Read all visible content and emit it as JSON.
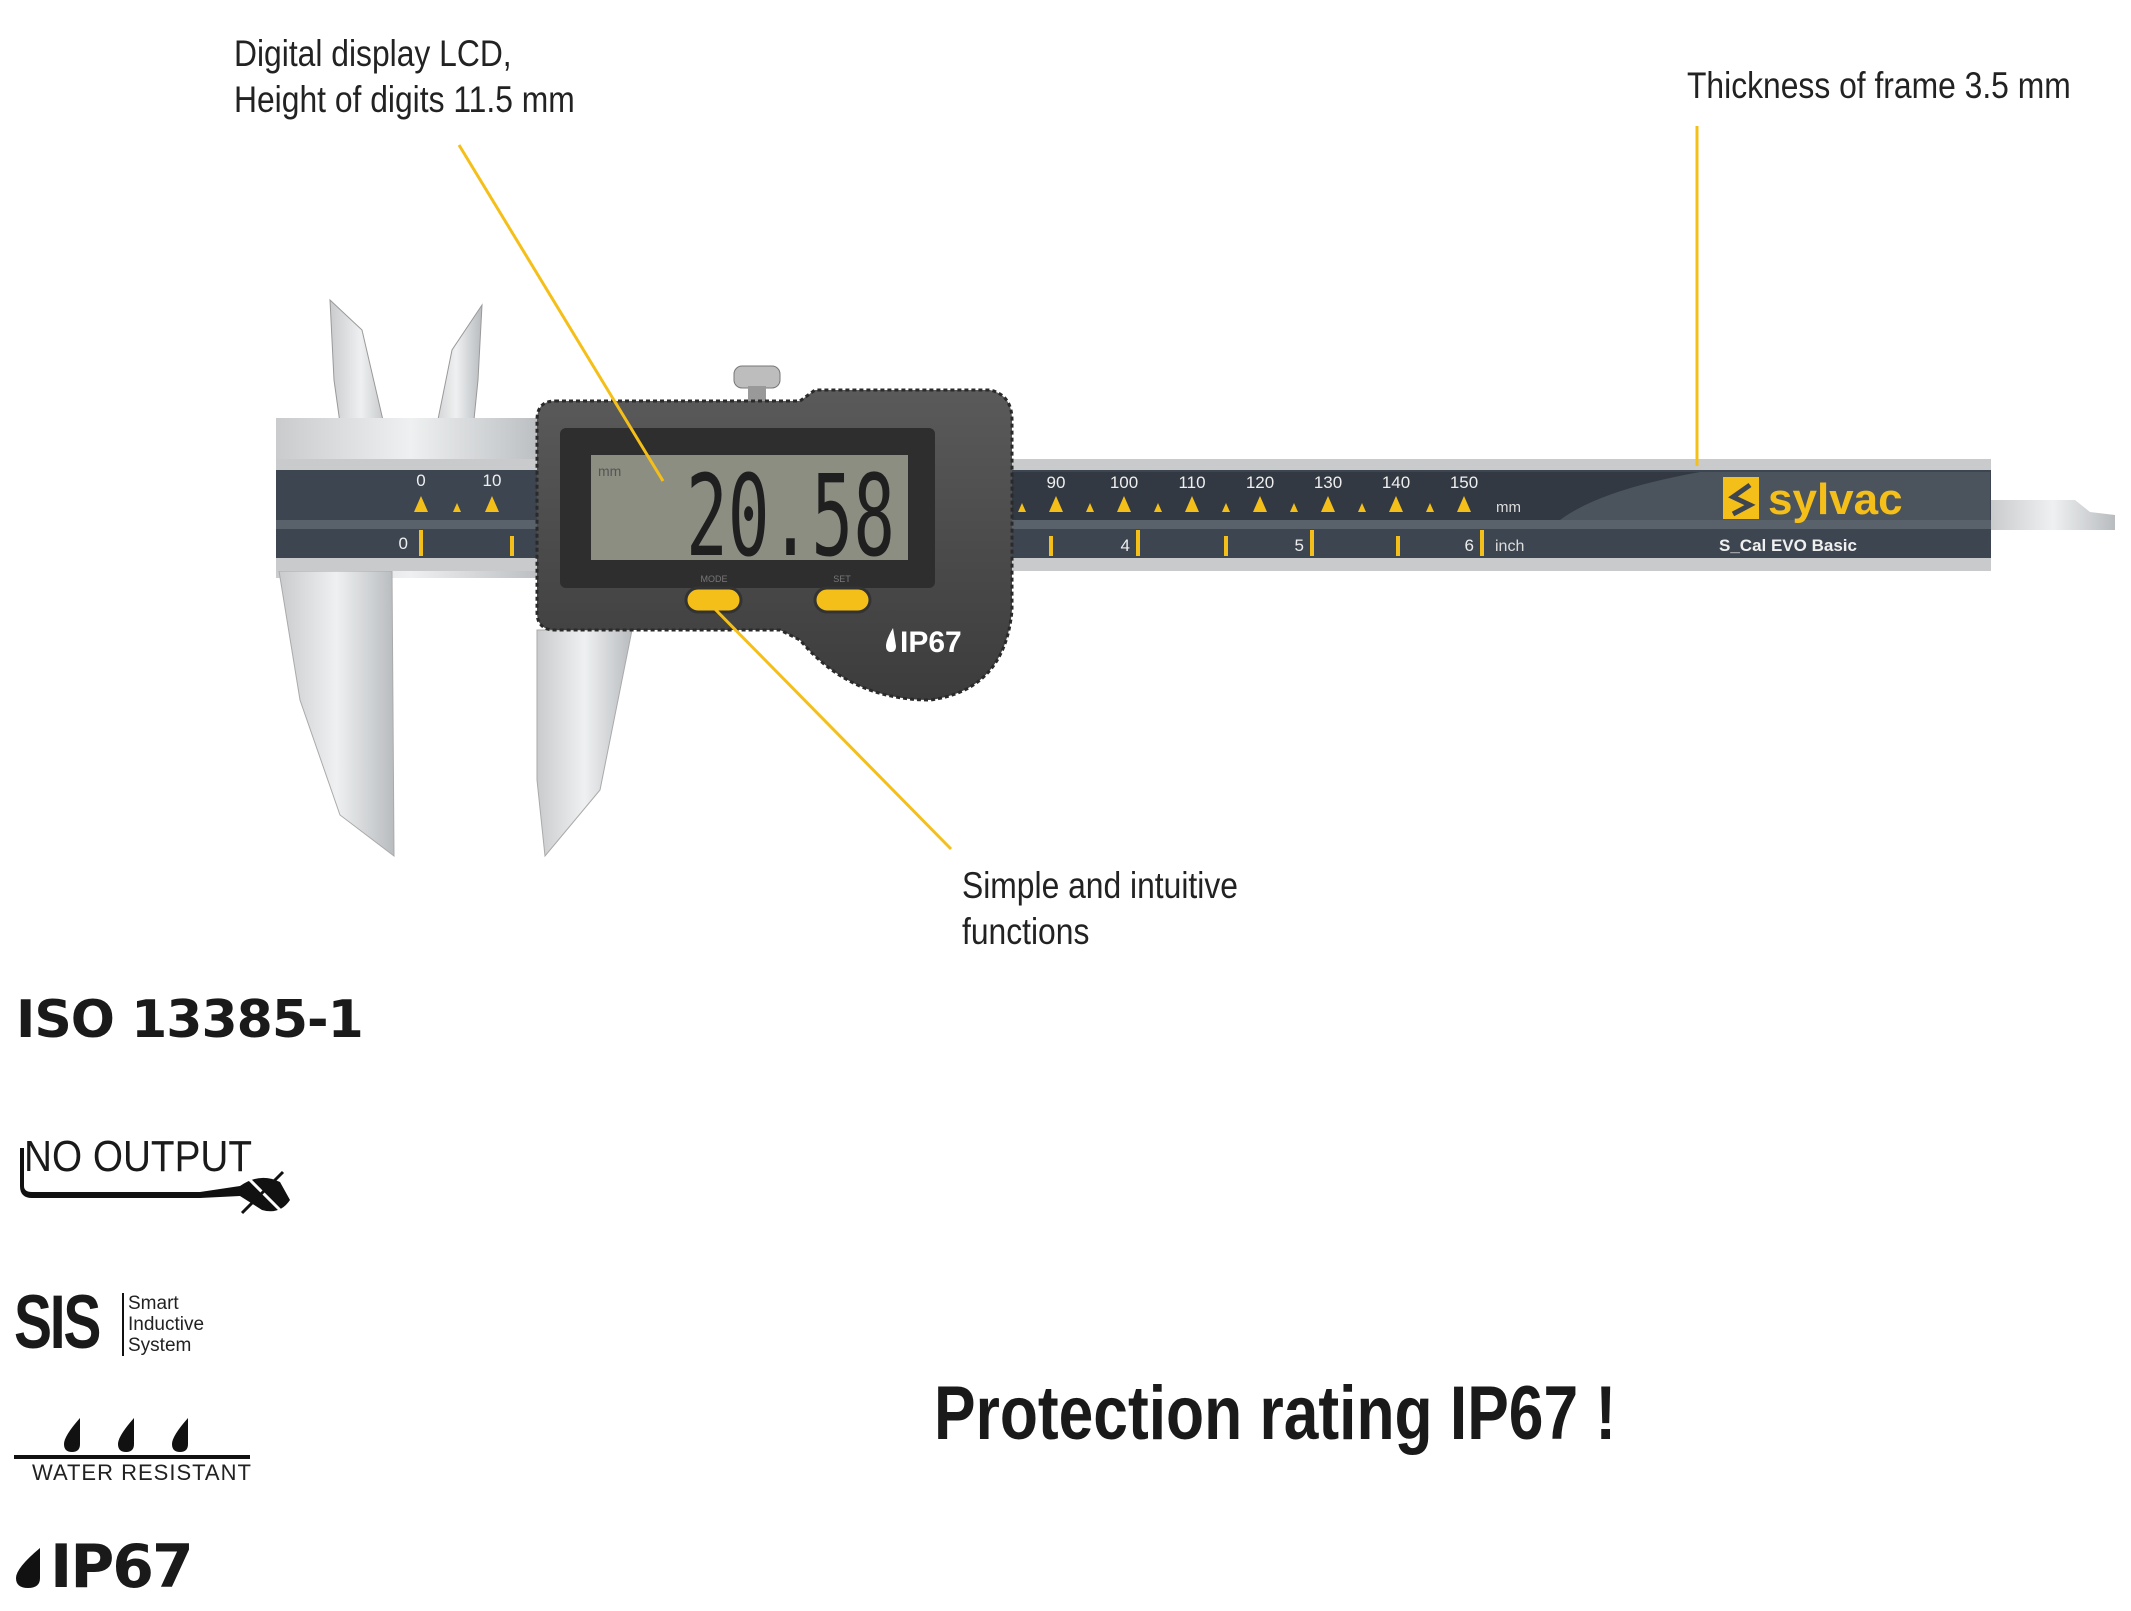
{
  "annotations": {
    "lcd_line1": "Digital display LCD,",
    "lcd_line2": "Height of digits 11.5 mm",
    "frame": "Thickness of frame 3.5 mm",
    "functions_line1": "Simple and intuitive",
    "functions_line2": "functions"
  },
  "caliper": {
    "display_value": "20.58",
    "display_unit": "mm",
    "button_mode": "MODE",
    "button_set": "SET",
    "body_rating": "IP67",
    "mm_labels_left": [
      "0",
      "10"
    ],
    "mm_labels_right": [
      "90",
      "100",
      "110",
      "120",
      "130",
      "140",
      "150"
    ],
    "mm_unit": "mm",
    "inch_label_left": "0",
    "inch_labels_right": [
      "4",
      "5",
      "6"
    ],
    "inch_unit": "inch",
    "brand": "sylvac",
    "model": "S_Cal EVO Basic"
  },
  "features": {
    "standard": "ISO 13385-1",
    "output": "NO OUTPUT",
    "sis_main": "SIS",
    "sis_sub": [
      "Smart",
      "Inductive",
      "System"
    ],
    "water": "WATER RESISTANT",
    "ip": "IP67"
  },
  "headline": "Protection rating IP67 !",
  "colors": {
    "accent": "#f5bf1a",
    "scale": "#3d4550",
    "body": "#4a4a4a"
  }
}
